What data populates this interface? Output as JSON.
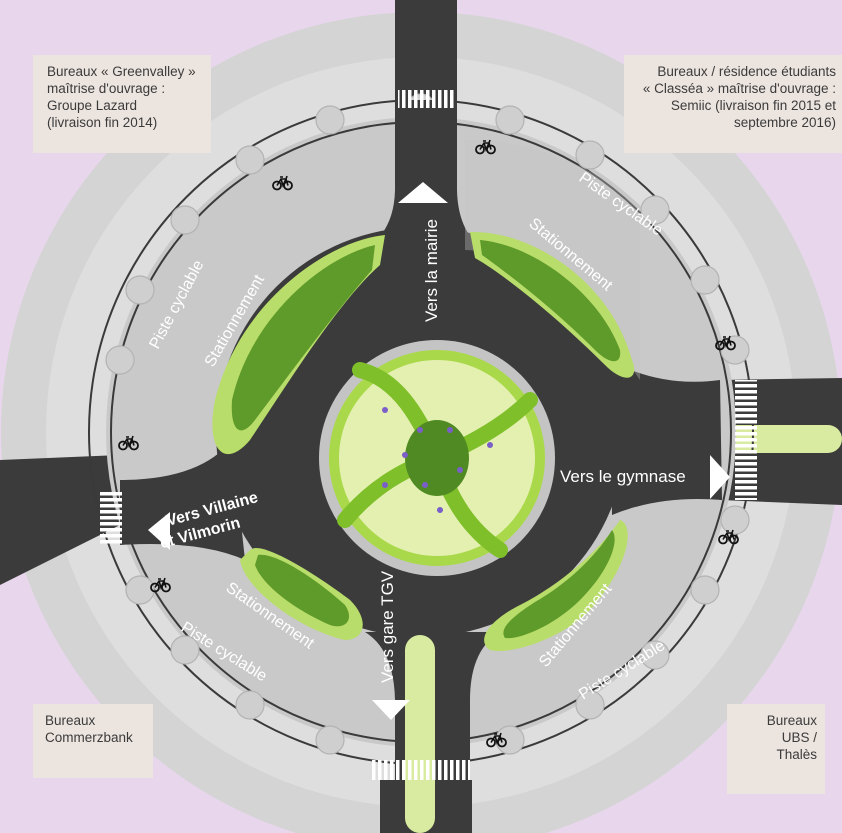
{
  "colors": {
    "background": "#e8d6ec",
    "ground": "#d9d9d9",
    "plaza": "#c7c7c7",
    "road": "#3b3b3b",
    "dark_green": "#5f9b2a",
    "light_green": "#b9dd6a",
    "pale_green": "#e4f0b0",
    "cycle_line": "#3a3a3a",
    "label_box": "#ece4df"
  },
  "labels": {
    "bureaux_greenvalley": [
      "Bureaux « Greenvalley »",
      "maîtrise d'ouvrage :",
      "Groupe Lazard",
      "(livraison fin 2014)"
    ],
    "bureaux_classea": [
      "Bureaux / résidence étudiants",
      "« Classéa » maîtrise d'ouvrage :",
      "Semiic (livraison fin 2015 et",
      "septembre 2016)"
    ],
    "bureaux_commerzbank": [
      "Bureaux",
      "Commerzbank"
    ],
    "bureaux_ubs": [
      "Bureaux",
      "UBS /",
      "Thalès"
    ]
  },
  "directions": {
    "north": "Vers la mairie",
    "east": "Vers le gymnase",
    "south": "Vers gare TGV",
    "west_line1": "Vers Villaine",
    "west_line2": "et Vilmorin"
  },
  "zones": {
    "parking": "Stationnement",
    "cycle_path": "Piste cyclable"
  },
  "icons": {
    "bicycle": "bicycle-icon",
    "arrow": "direction-arrow-icon"
  }
}
